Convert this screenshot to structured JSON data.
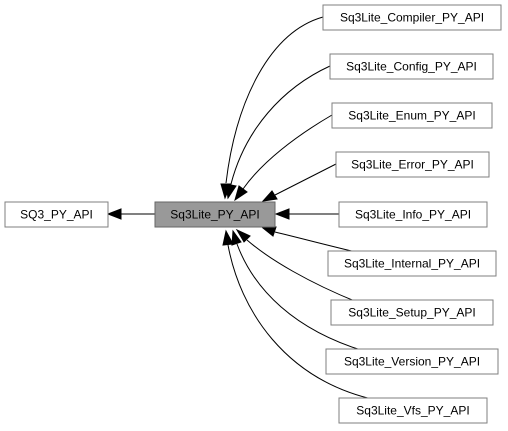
{
  "diagram": {
    "type": "group-collaboration-graph",
    "colors": {
      "node_fill": "#ffffff",
      "node_border": "#7f7f7f",
      "current_fill": "#999999",
      "current_border": "#666666",
      "edge": "#000000",
      "text": "#000000"
    },
    "nodes": {
      "parent": {
        "label": "SQ3_PY_API"
      },
      "current": {
        "label": "Sq3Lite_PY_API"
      },
      "children": [
        {
          "label": "Sq3Lite_Compiler_PY_API"
        },
        {
          "label": "Sq3Lite_Config_PY_API"
        },
        {
          "label": "Sq3Lite_Enum_PY_API"
        },
        {
          "label": "Sq3Lite_Error_PY_API"
        },
        {
          "label": "Sq3Lite_Info_PY_API"
        },
        {
          "label": "Sq3Lite_Internal_PY_API"
        },
        {
          "label": "Sq3Lite_Setup_PY_API"
        },
        {
          "label": "Sq3Lite_Version_PY_API"
        },
        {
          "label": "Sq3Lite_Vfs_PY_API"
        }
      ]
    }
  }
}
